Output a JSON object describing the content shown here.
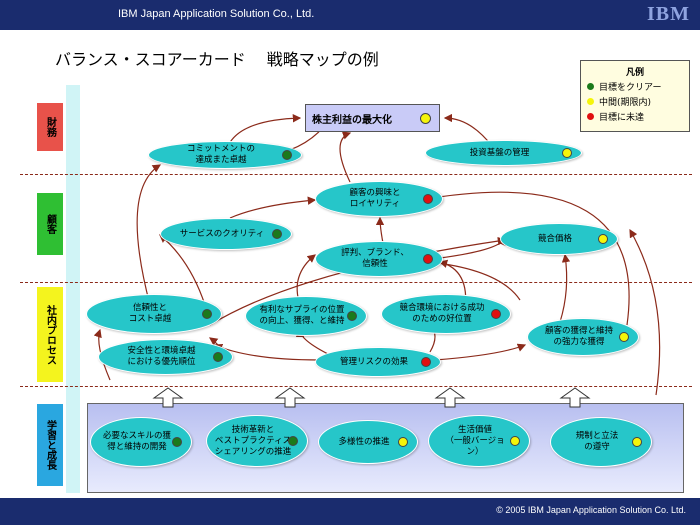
{
  "header": {
    "company": "IBM Japan Application Solution Co., Ltd.",
    "logo": "IBM"
  },
  "footer": {
    "copyright": "© 2005 IBM Japan Application Solution Co. Ltd."
  },
  "title": "バランス・スコアーカード　 戦略マップの例",
  "legend": {
    "title": "凡例",
    "items": [
      {
        "label": "目標をクリアー",
        "color": "#1b7a1b"
      },
      {
        "label": "中間(期限内)",
        "color": "#f5f50a"
      },
      {
        "label": "目標に未達",
        "color": "#e01010"
      }
    ]
  },
  "status_colors": {
    "green": "#1b7a1b",
    "yellow": "#f5f50a",
    "red": "#e01010"
  },
  "lanes": [
    {
      "label": "財務",
      "color": "#e8524a"
    },
    {
      "label": "顧客",
      "color": "#2fbf33"
    },
    {
      "label": "社内プロセス",
      "color": "#f4f41e"
    },
    {
      "label": "学習と成長",
      "color": "#2aa7e0"
    }
  ],
  "goal": {
    "label": "株主利益の最大化",
    "status": "yellow"
  },
  "nodes": {
    "commitment": {
      "label": "コミットメントの\n達成また卓越",
      "status": "green"
    },
    "investment": {
      "label": "投資基盤の管理",
      "status": "yellow"
    },
    "loyalty": {
      "label": "顧客の興味と\nロイヤリティ",
      "status": "red"
    },
    "service": {
      "label": "サービスのクオリティ",
      "status": "green"
    },
    "reputation": {
      "label": "評判、ブランド、\n信頼性",
      "status": "red"
    },
    "price": {
      "label": "競合価格",
      "status": "yellow"
    },
    "reliability": {
      "label": "信頼性と\nコスト卓越",
      "status": "green"
    },
    "supply": {
      "label": "有利なサプライの位置\nの向上、獲得、と維持",
      "status": "green"
    },
    "competitive": {
      "label": "競合環境における成功\nのための好位置",
      "status": "red"
    },
    "retention": {
      "label": "顧客の獲得と維持\nの強力な獲得",
      "status": "yellow"
    },
    "safety": {
      "label": "安全性と環境卓越\nにおける優先順位",
      "status": "green"
    },
    "risk": {
      "label": "管理リスクの効果",
      "status": "red"
    },
    "skills": {
      "label": "必要なスキルの獲\n得と維持の開発",
      "status": "green"
    },
    "tech": {
      "label": "技術革新と\nベストプラクティス\nシェアリングの推進",
      "status": "green"
    },
    "diversity": {
      "label": "多様性の推進",
      "status": "yellow"
    },
    "living": {
      "label": "生活価値\n（一般バージョ\nン）",
      "status": "yellow"
    },
    "compliance": {
      "label": "規制と立法\nの遵守",
      "status": "yellow"
    }
  }
}
